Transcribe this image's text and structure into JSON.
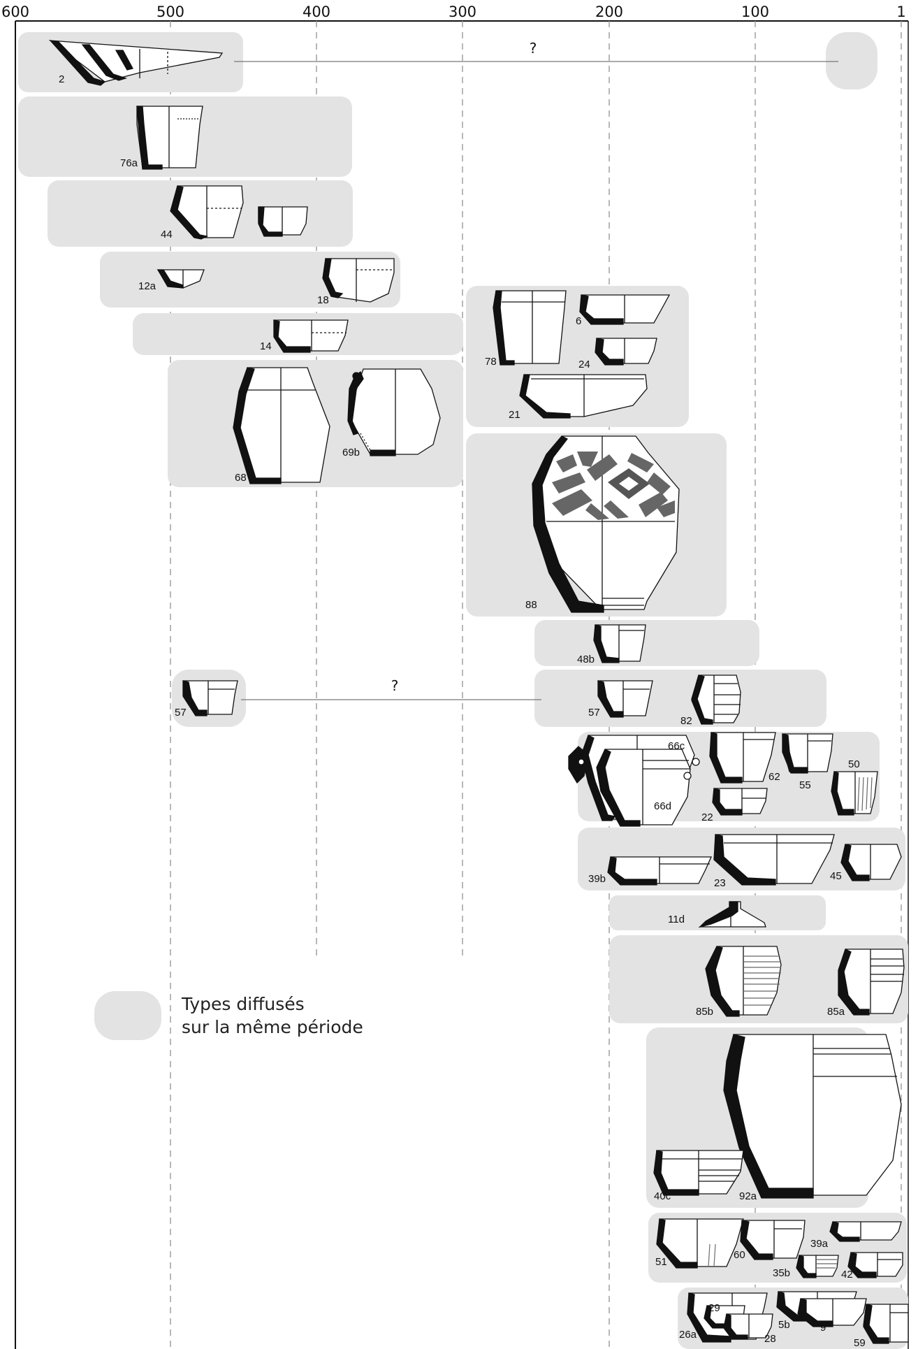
{
  "timeline": {
    "ticks": [
      "600",
      "500",
      "400",
      "300",
      "200",
      "100",
      "1"
    ]
  },
  "uncertain_marks": [
    "?",
    "?"
  ],
  "legend": {
    "line1": "Types diffusés",
    "line2": "sur la même période"
  },
  "type_labels": [
    "2",
    "76a",
    "44",
    "12a",
    "18",
    "14",
    "78",
    "6",
    "24",
    "21",
    "68",
    "69b",
    "88",
    "48b",
    "57",
    "57",
    "82",
    "66c",
    "66d",
    "62",
    "55",
    "50",
    "22",
    "39b",
    "23",
    "45",
    "11d",
    "85b",
    "85a",
    "40c",
    "92a",
    "51",
    "60",
    "39a",
    "35b",
    "42",
    "26a",
    "29",
    "28",
    "5b",
    "9",
    "59"
  ],
  "colors": {
    "band_fill": "#e3e3e3",
    "grid_line": "#9a9a9a",
    "section_fill": "#111111"
  }
}
